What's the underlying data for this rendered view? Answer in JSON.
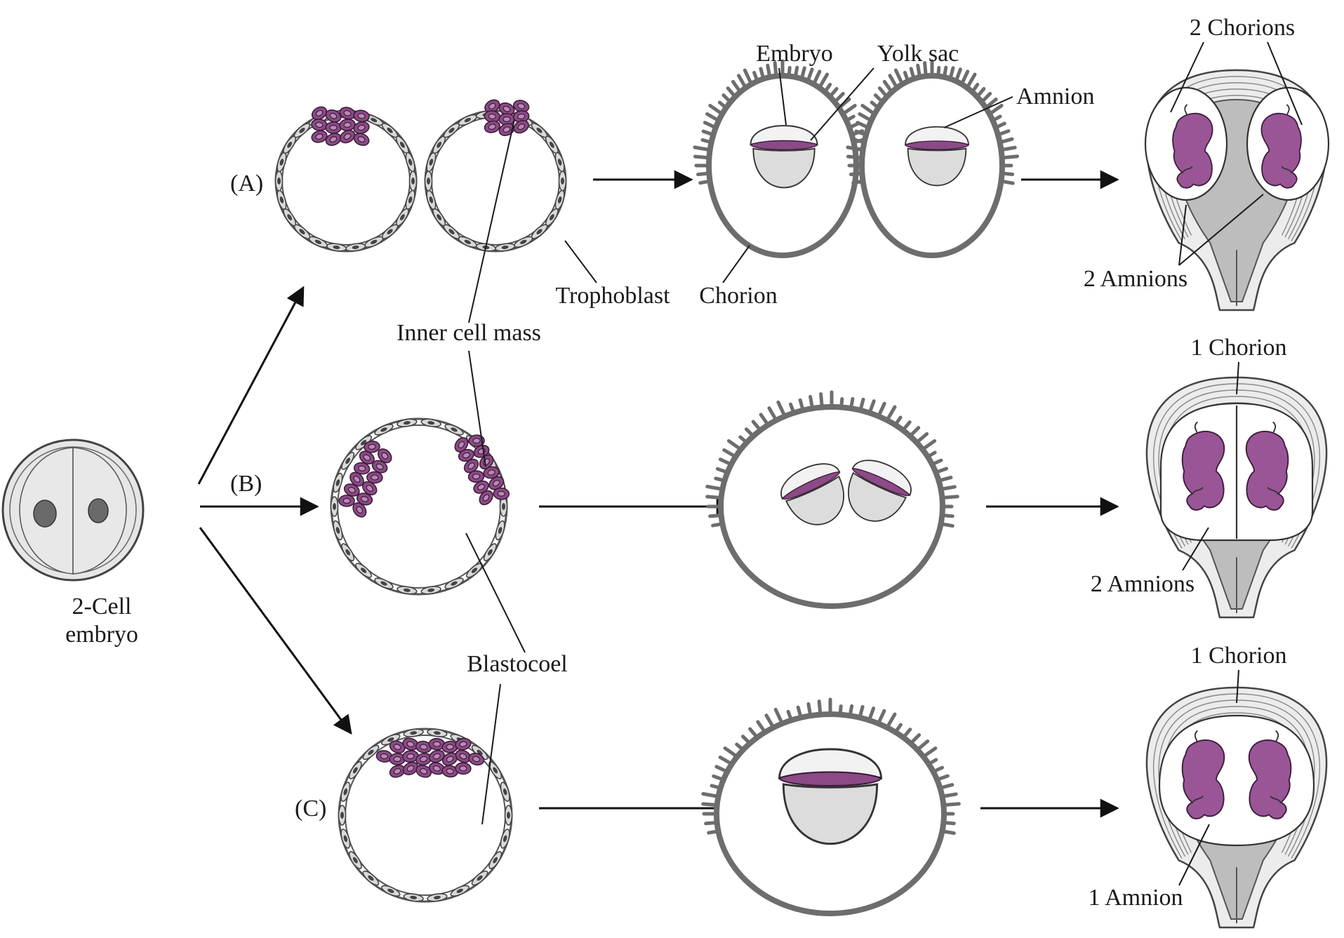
{
  "labels": {
    "two_cell_line1": "2-Cell",
    "two_cell_line2": "embryo",
    "path_a": "(A)",
    "path_b": "(B)",
    "path_c": "(C)",
    "inner_cell_mass": "Inner cell mass",
    "blastocoel": "Blastocoel",
    "trophoblast": "Trophoblast",
    "chorion": "Chorion",
    "embryo": "Embryo",
    "yolk_sac": "Yolk sac",
    "amnion": "Amnion",
    "a_chorions": "2 Chorions",
    "a_amnions": "2 Amnions",
    "b_chorion": "1 Chorion",
    "b_amnions": "2 Amnions",
    "c_chorion": "1 Chorion",
    "c_amnion": "1 Amnion"
  },
  "colors": {
    "inner_cell_mass": "#8c4a86",
    "fetus": "#9a5597",
    "chorion": "#6d6d6d",
    "yolk_sac": "#dcdcdc",
    "uterine_cavity": "#bdbdbd"
  }
}
